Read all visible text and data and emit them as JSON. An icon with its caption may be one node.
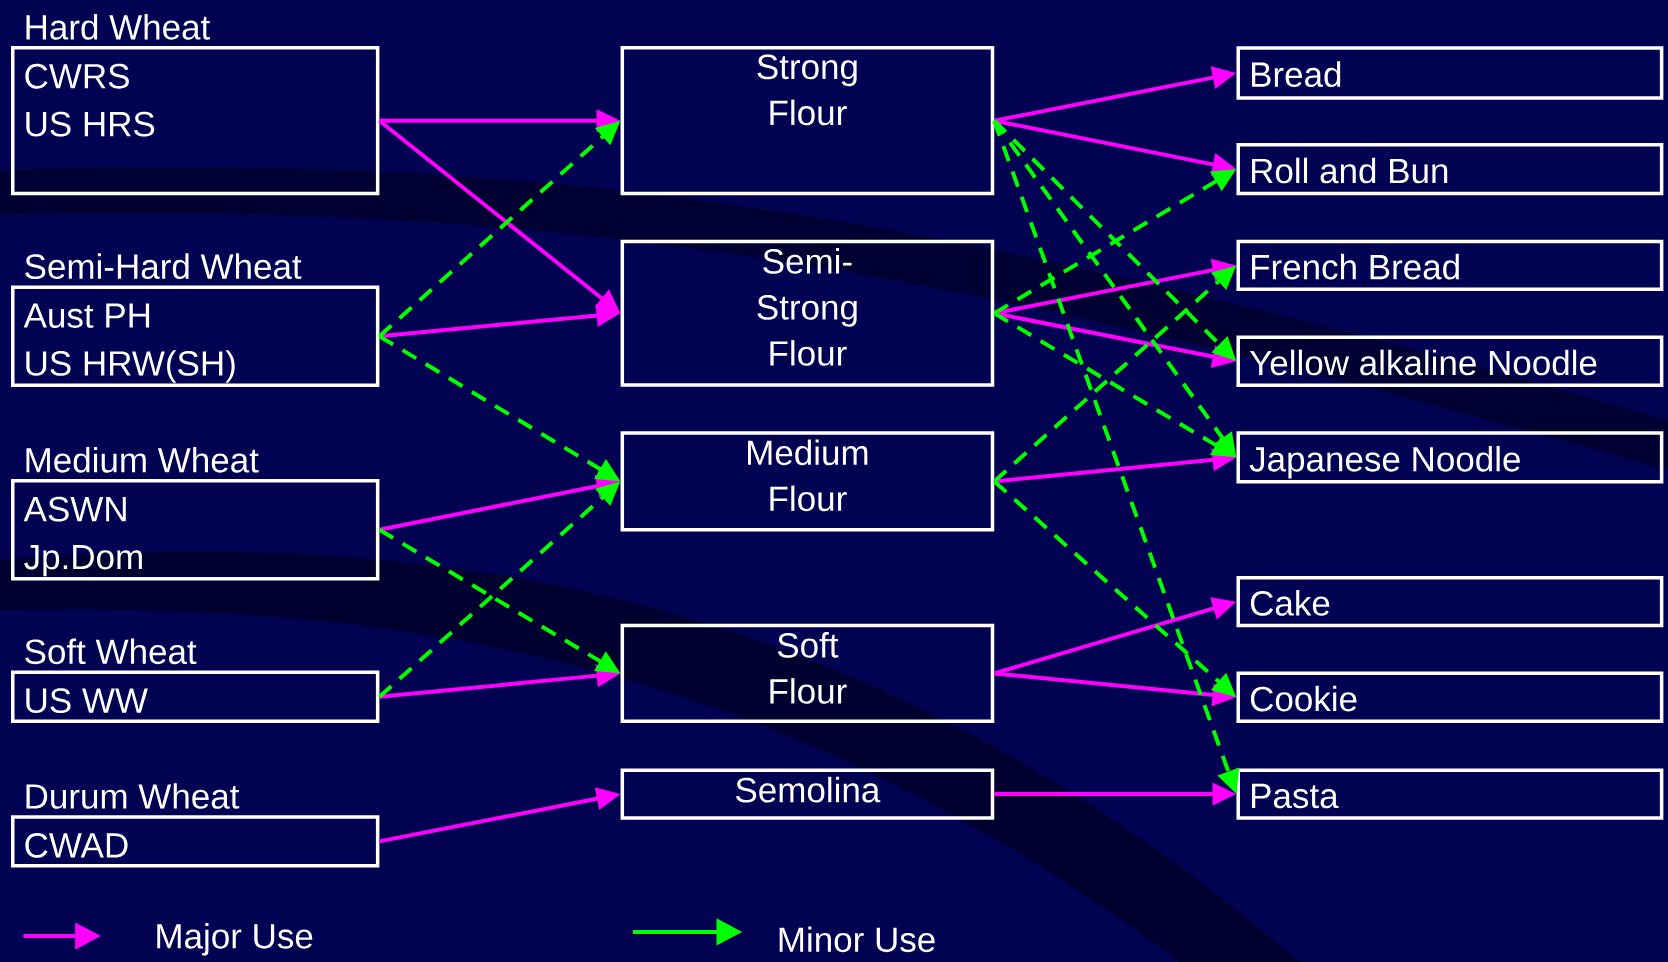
{
  "diagram": {
    "nodes": [
      {
        "text": [
          "Hard Wheat",
          "CWRS",
          "US HRS"
        ]
      },
      {
        "text": [
          "Semi-Hard Wheat",
          "Aust PH",
          "US HRW(SH)"
        ]
      },
      {
        "text": [
          "Medium Wheat",
          "ASWN",
          "Jp.Dom"
        ]
      },
      {
        "text": [
          "Soft Wheat",
          "US WW"
        ]
      },
      {
        "text": [
          "Durum Wheat",
          "CWAD"
        ]
      },
      {
        "text": [
          "Strong Flour"
        ]
      },
      {
        "text": [
          "Semi-Strong Flour"
        ]
      },
      {
        "text": [
          "Medium Flour"
        ]
      },
      {
        "text": [
          "Soft Flour"
        ]
      },
      {
        "text": [
          "Semolina"
        ]
      },
      {
        "text": [
          "Bread"
        ]
      },
      {
        "text": [
          "Roll and Bun"
        ]
      },
      {
        "text": [
          "French Bread"
        ]
      },
      {
        "text": [
          "Yellow alkaline Noodle"
        ]
      },
      {
        "text": [
          "Japanese Noodle"
        ]
      },
      {
        "text": [
          "Cake"
        ]
      },
      {
        "text": [
          "Cookie"
        ]
      },
      {
        "text": [
          "Pasta"
        ]
      }
    ],
    "edges": [
      {
        "from": 0,
        "to": 5,
        "arrow": "to"
      },
      {
        "from": 0,
        "to": 6,
        "arrow": "to"
      },
      {
        "from": 1,
        "to": 6,
        "arrow": "to"
      },
      {
        "from": 2,
        "to": 7,
        "arrow": "to"
      },
      {
        "from": 3,
        "to": 8,
        "arrow": "to"
      },
      {
        "from": 4,
        "to": 9,
        "arrow": "to"
      },
      {
        "from": 5,
        "to": 10,
        "arrow": "to"
      },
      {
        "from": 5,
        "to": 11,
        "arrow": "to"
      },
      {
        "from": 6,
        "to": 12,
        "arrow": "to"
      },
      {
        "from": 6,
        "to": 13,
        "arrow": "to"
      },
      {
        "from": 7,
        "to": 14,
        "arrow": "to"
      },
      {
        "from": 8,
        "to": 15,
        "arrow": "to"
      },
      {
        "from": 8,
        "to": 16,
        "arrow": "to"
      },
      {
        "from": 9,
        "to": 17,
        "arrow": "to"
      },
      {
        "from": 1,
        "to": 5,
        "arrow": "to",
        "style": "dashed",
        "color": "#00ff00"
      },
      {
        "from": 1,
        "to": 7,
        "arrow": "to",
        "style": "dashed",
        "color": "#00ff00"
      },
      {
        "from": 2,
        "to": 8,
        "arrow": "to",
        "style": "dashed",
        "color": "#00ff00"
      },
      {
        "from": 3,
        "to": 7,
        "arrow": "to",
        "style": "dashed",
        "color": "#00ff00"
      },
      {
        "from": 5,
        "to": 13,
        "arrow": "to",
        "style": "dashed",
        "color": "#00ff00"
      },
      {
        "from": 5,
        "to": 14,
        "arrow": "to",
        "style": "dashed",
        "color": "#00ff00"
      },
      {
        "from": 5,
        "to": 17,
        "arrow": "to",
        "style": "dashed",
        "color": "#00ff00"
      },
      {
        "from": 6,
        "to": 11,
        "arrow": "to",
        "style": "dashed",
        "color": "#00ff00"
      },
      {
        "from": 6,
        "to": 14,
        "arrow": "to",
        "style": "dashed",
        "color": "#00ff00"
      },
      {
        "from": 7,
        "to": 12,
        "arrow": "to",
        "style": "dashed",
        "color": "#00ff00"
      },
      {
        "from": 7,
        "to": 16,
        "arrow": "to",
        "style": "dashed",
        "color": "#00ff00"
      }
    ],
    "legend": [
      {
        "text": "Major Use"
      },
      {
        "text": "Minor Use"
      }
    ]
  }
}
